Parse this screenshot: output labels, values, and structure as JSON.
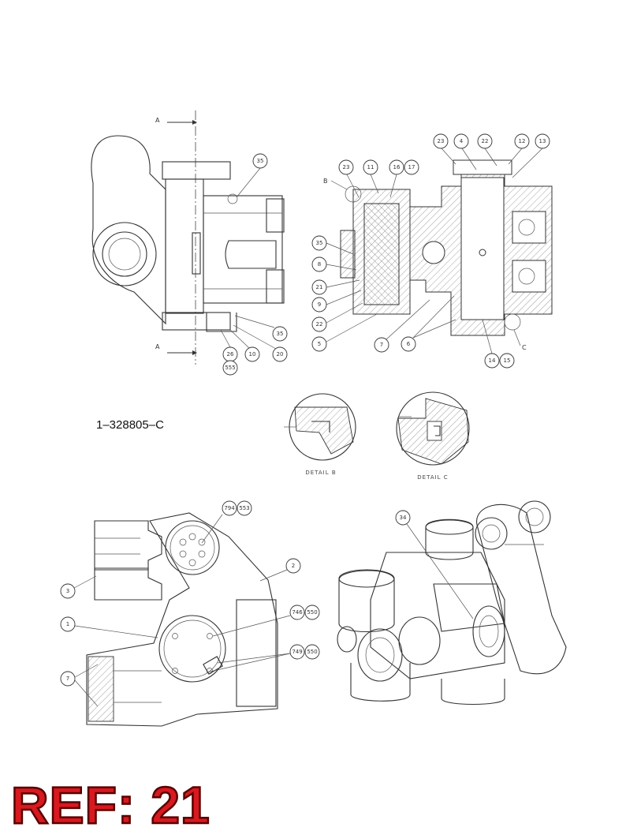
{
  "part_number": "1–328805–C",
  "ref_label": "REF: 21",
  "section_labels": [
    "A",
    "A"
  ],
  "detail_labels": [
    "DETAIL B",
    "DETAIL C"
  ],
  "detail_markers": [
    "B",
    "C"
  ],
  "callouts_side_view": [
    "35",
    "35",
    "26",
    "555",
    "10",
    "20"
  ],
  "callouts_section_view": [
    "23",
    "4",
    "22",
    "12",
    "13",
    "23",
    "11",
    "16",
    "17",
    "35",
    "8",
    "21",
    "9",
    "22",
    "5",
    "7",
    "6",
    "14",
    "15"
  ],
  "callouts_plan_view": [
    "794",
    "553",
    "2",
    "3",
    "746",
    "550",
    "1",
    "749",
    "550",
    "7"
  ],
  "callouts_iso_view": [
    "34"
  ],
  "colors": {
    "ref_fill": "#d71920",
    "line": "#333333"
  }
}
